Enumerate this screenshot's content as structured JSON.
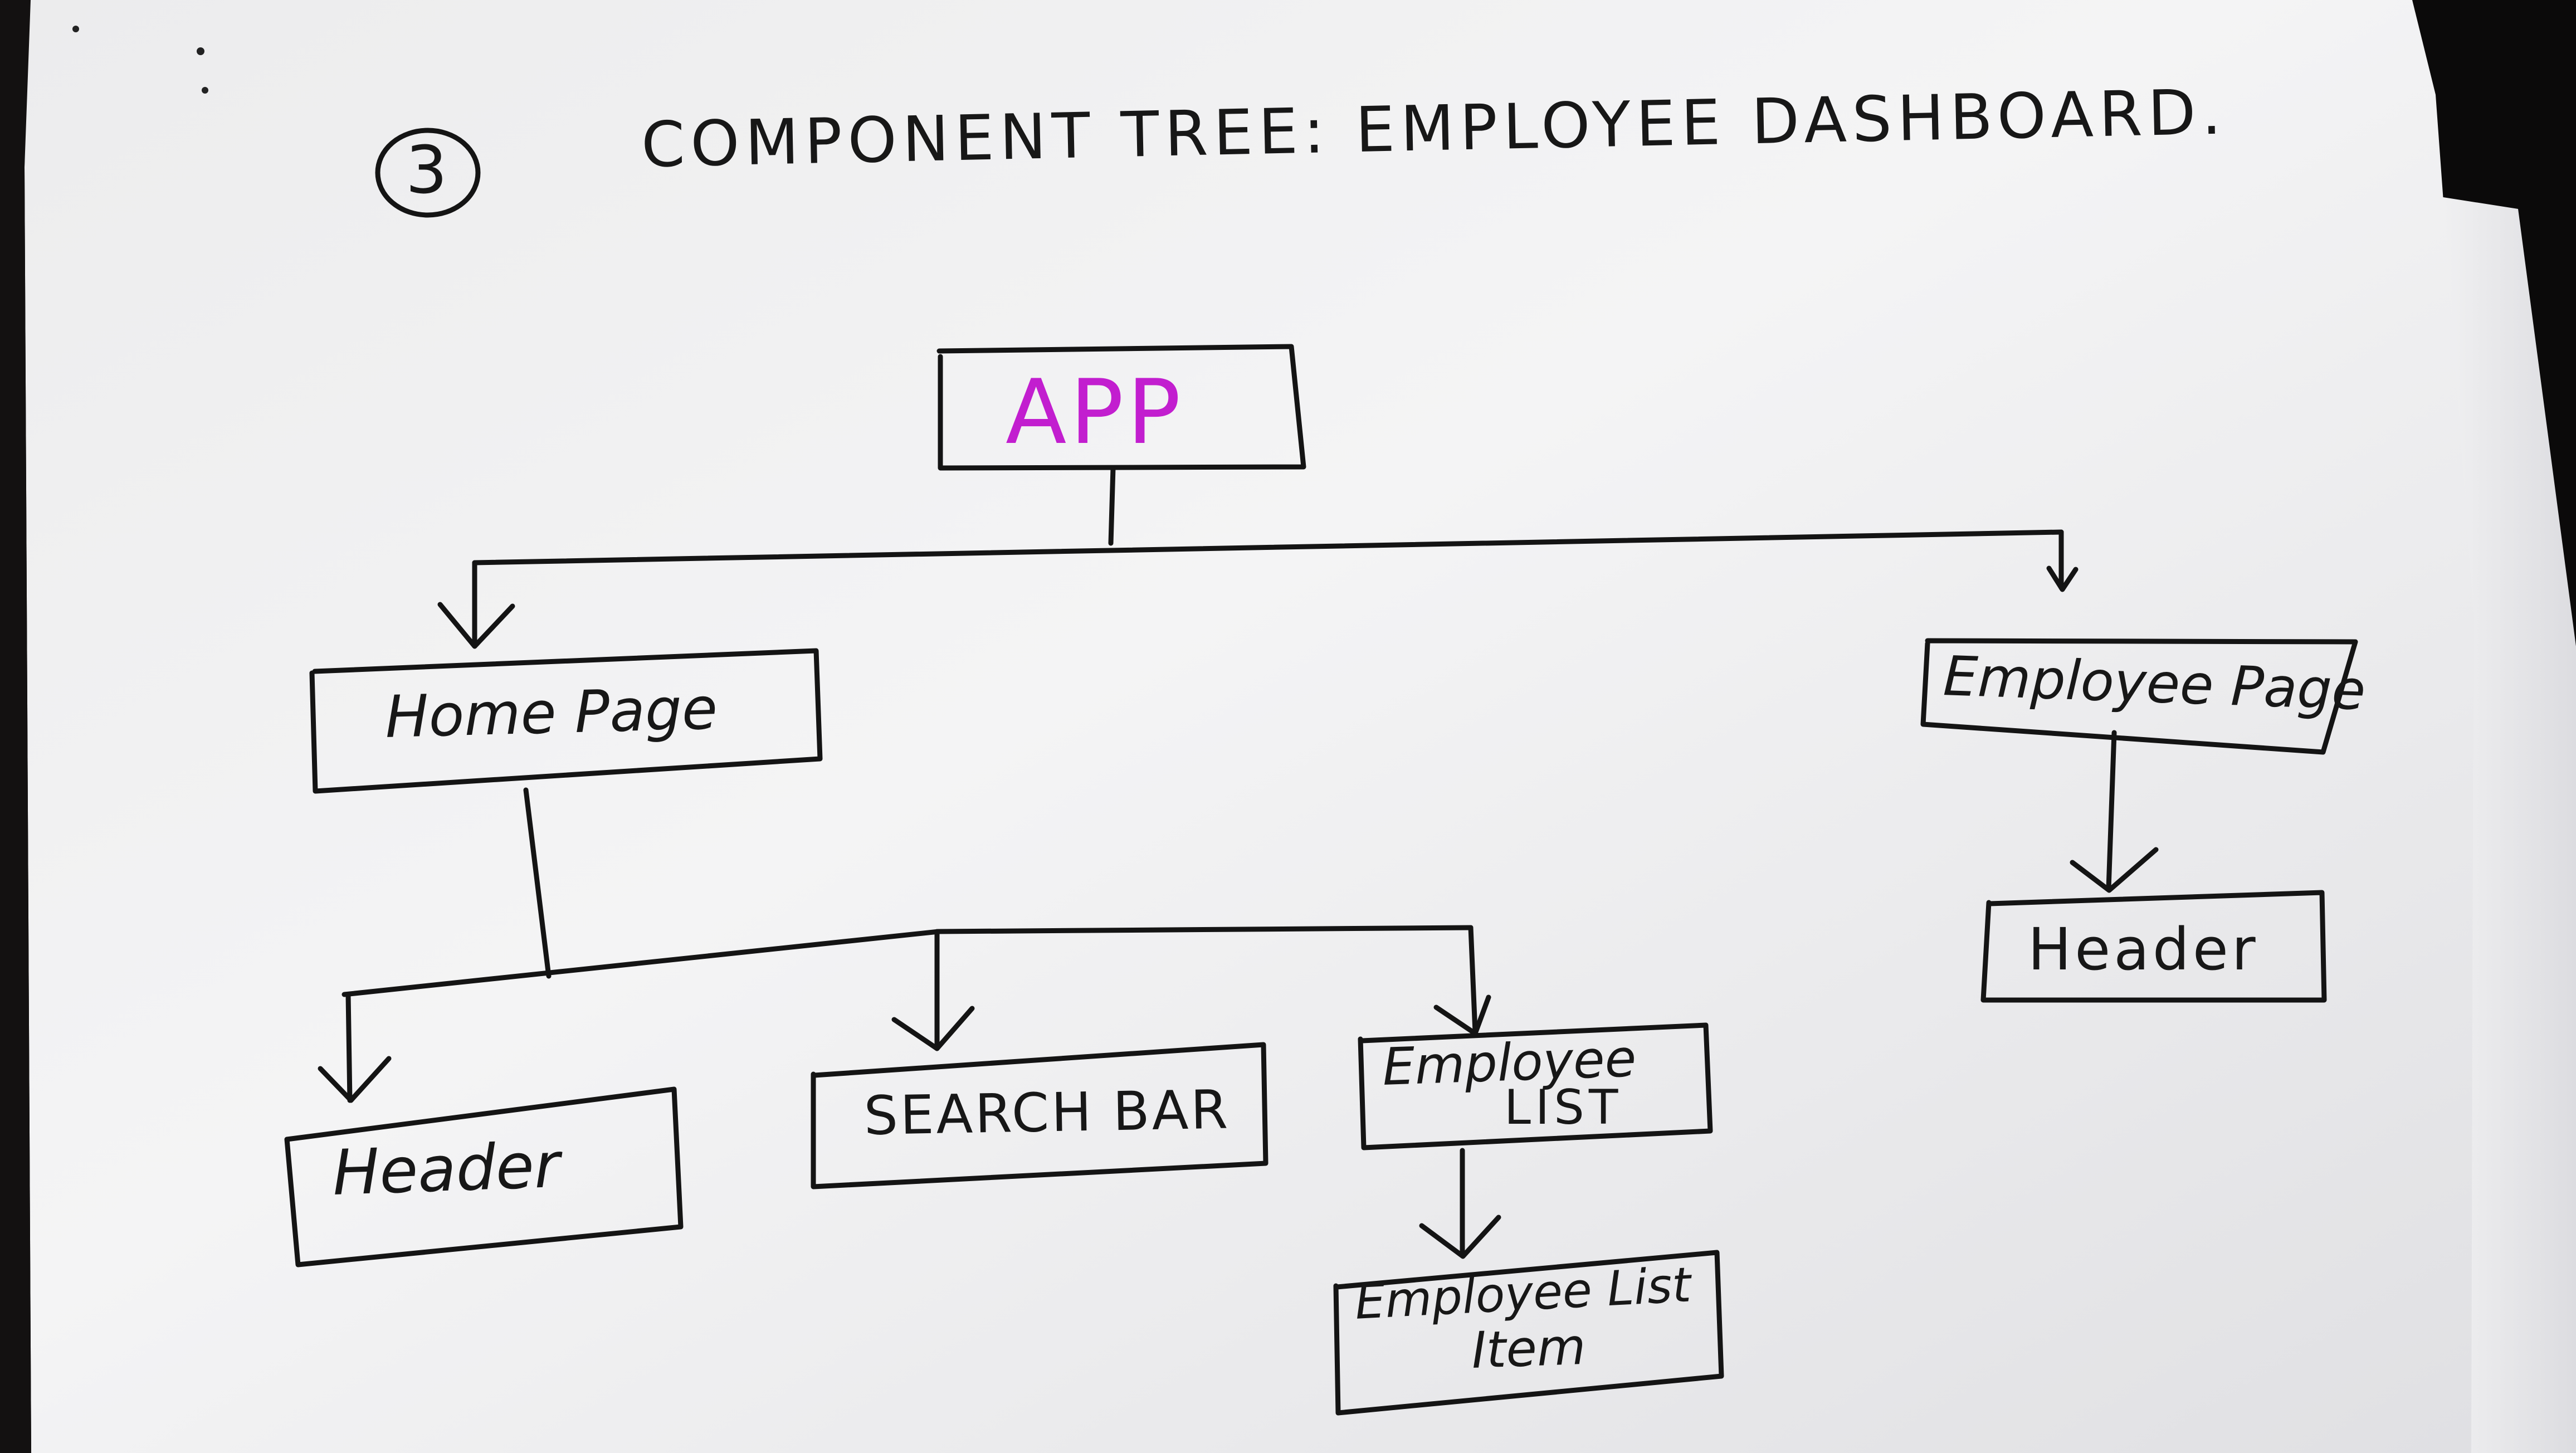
{
  "sheet": {
    "number_badge": "3",
    "title": "COMPONENT TREE: EMPLOYEE DASHBOARD."
  },
  "nodes": {
    "app": "APP",
    "home_page": "Home Page",
    "employee_page": "Employee Page",
    "header_home": "Header",
    "search_bar": "SEARCH BAR",
    "employee_list": [
      "Employee",
      "LIST"
    ],
    "employee_list_item": [
      "Employee List",
      "Item"
    ],
    "header_employee_page": "Header"
  },
  "colors": {
    "ink": "#141414",
    "app_label": "#c21ecf",
    "paper": "#efeff0"
  }
}
